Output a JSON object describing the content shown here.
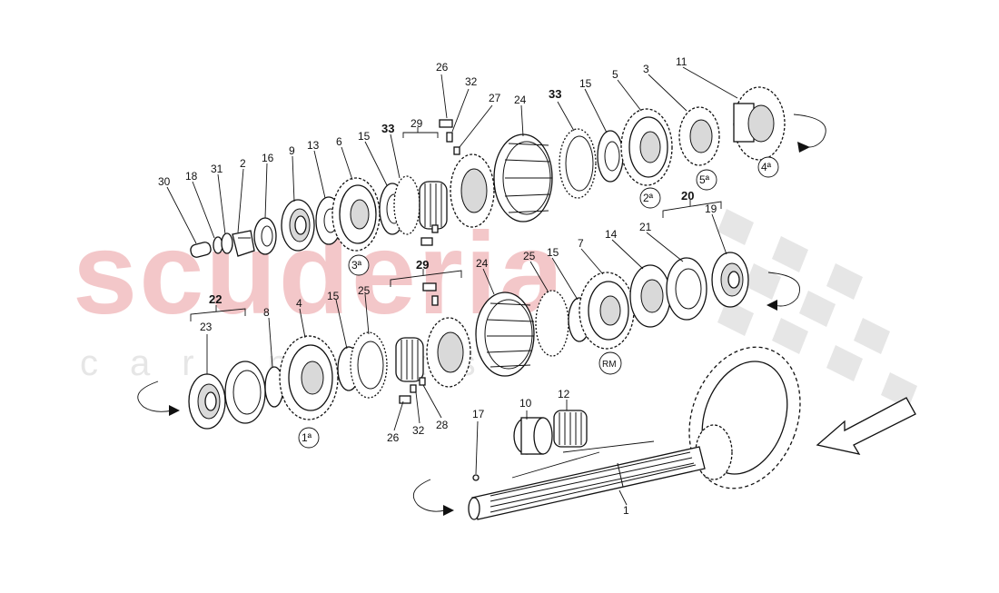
{
  "watermark": {
    "main": "scuderia",
    "sub": "car parts"
  },
  "colors": {
    "watermark_red": "#f3c7c9",
    "watermark_gray": "#e6e6e6",
    "ink": "#111111"
  },
  "callouts": {
    "n26a": "26",
    "n32a": "32",
    "n27": "27",
    "n24a": "24",
    "n33a": "33",
    "n15a": "15",
    "n5": "5",
    "n3": "3",
    "n11": "11",
    "n29a": "29",
    "n33b": "33",
    "n15b": "15",
    "n6": "6",
    "n13": "13",
    "n9": "9",
    "n16": "16",
    "n2": "2",
    "n31": "31",
    "n18": "18",
    "n30": "30",
    "n20": "20",
    "n19": "19",
    "n21": "21",
    "n14": "14",
    "n7": "7",
    "n15c": "15",
    "n25a": "25",
    "n24b": "24",
    "n29b": "29",
    "n25b": "25",
    "n15d": "15",
    "n4": "4",
    "n8": "8",
    "n22": "22",
    "n23": "23",
    "n26b": "26",
    "n32b": "32",
    "n28": "28",
    "n17": "17",
    "n10": "10",
    "n12": "12",
    "n1": "1"
  },
  "gear_marks": {
    "g1": "1ª",
    "g2": "2ª",
    "g3": "3ª",
    "g4": "4ª",
    "g5": "5ª",
    "rm": "RM"
  }
}
